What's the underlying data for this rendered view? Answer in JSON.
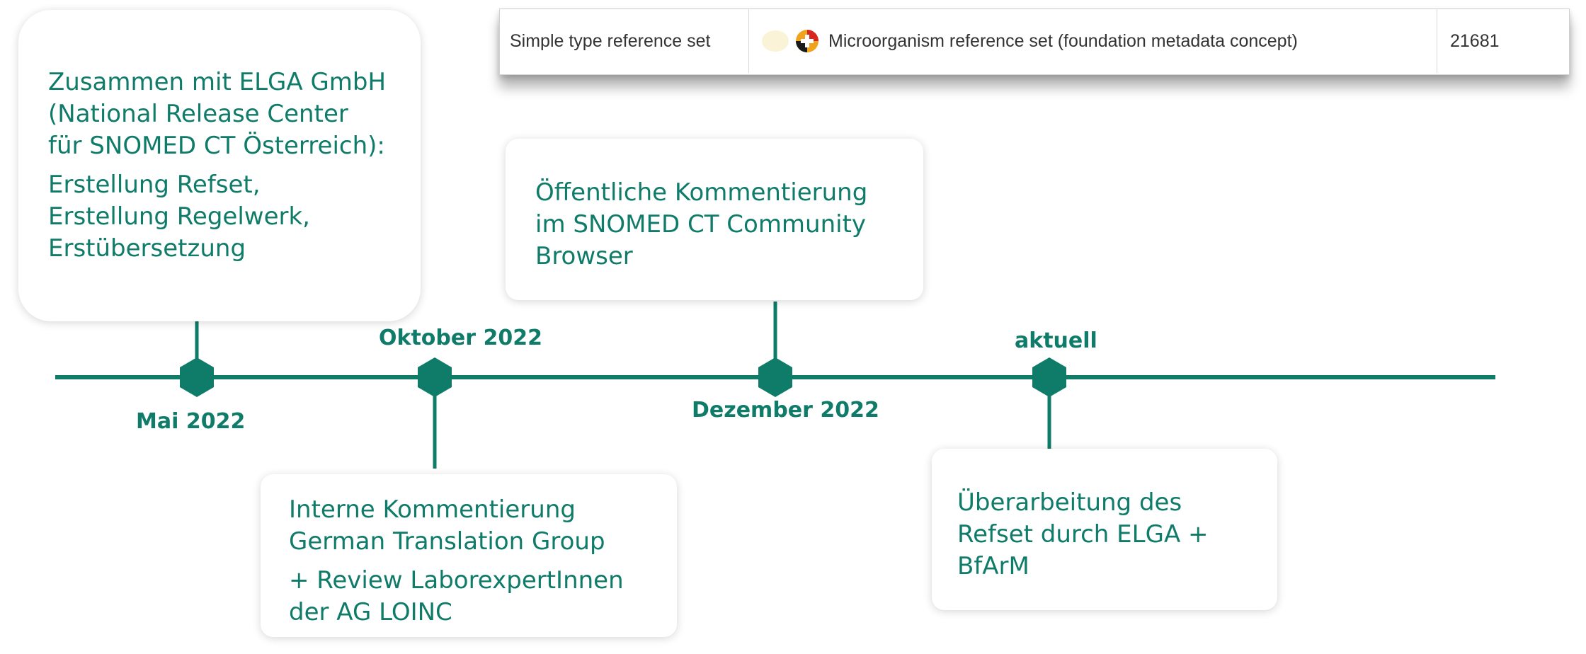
{
  "colors": {
    "accent": "#0f7b69",
    "text_grey": "#333333"
  },
  "screenshot": {
    "col1": "Simple type reference set",
    "col2": "Microorganism reference set (foundation metadata concept)",
    "col3": "21681",
    "icon": "concept-status-icon"
  },
  "milestones": [
    {
      "date": "Mai 2022",
      "lines": [
        "Zusammen mit ELGA GmbH",
        "(National Release Center",
        "für SNOMED CT Österreich):"
      ],
      "lines2": [
        "Erstellung Refset,",
        "Erstellung Regelwerk,",
        "Erstübersetzung"
      ]
    },
    {
      "date": "Oktober 2022",
      "lines": [
        "Interne Kommentierung",
        "German Translation Group"
      ],
      "lines2": [
        "+ Review LaborexpertInnen",
        "der AG LOINC"
      ]
    },
    {
      "date": "Dezember 2022",
      "lines": [
        "Öffentliche Kommentierung",
        "im SNOMED CT Community",
        "Browser"
      ]
    },
    {
      "date": "aktuell",
      "lines": [
        "Überarbeitung des",
        "Refset durch ELGA +",
        "BfArM"
      ]
    }
  ]
}
